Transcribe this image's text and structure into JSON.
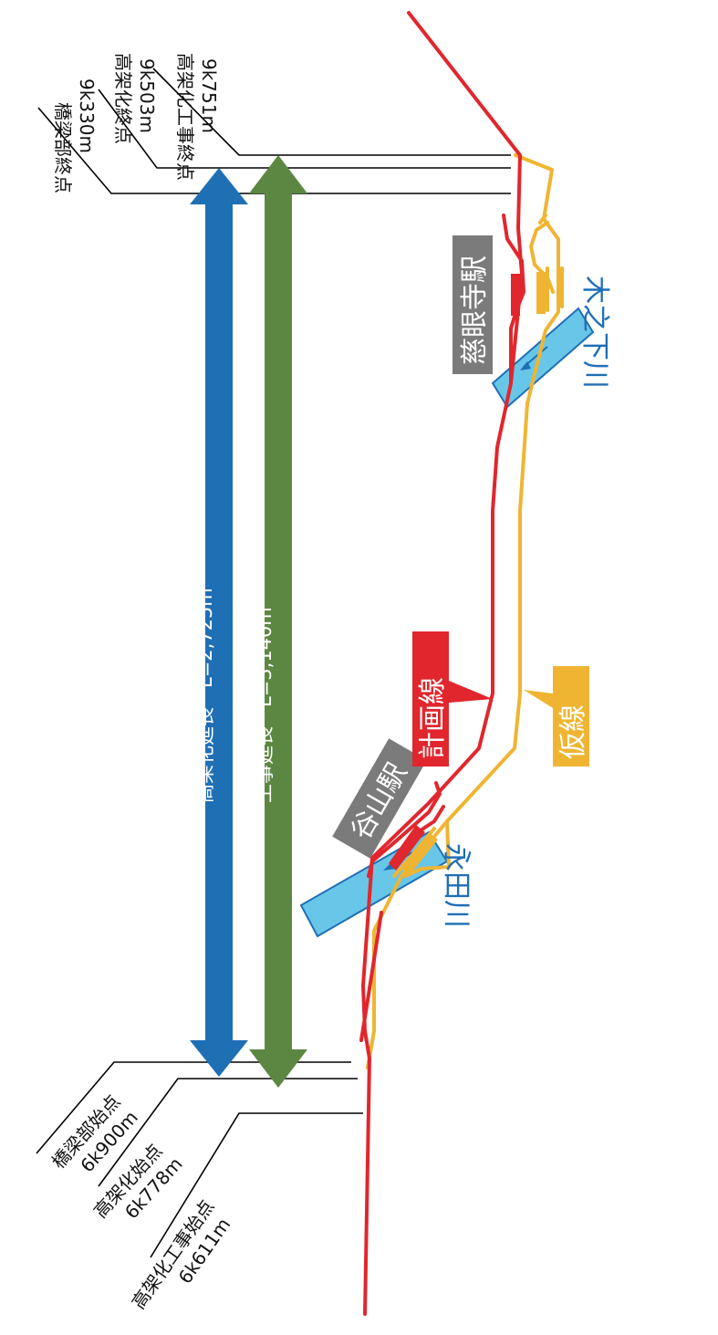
{
  "colors": {
    "planned_line": "#e1262d",
    "temporary_line": "#efb532",
    "elevated_arrow": "#1f6fb5",
    "construction_arrow": "#5b8742",
    "river_fill": "#68c7e8",
    "river_edge": "#1f6fb5",
    "station_box": "#7b7b7b",
    "leader_line": "#000000"
  },
  "markers_top": [
    {
      "name": "高架化工事終点",
      "km": "9k751m"
    },
    {
      "name": "高架化終点",
      "km": "9k503m"
    },
    {
      "name": "橋梁部終点",
      "km": "9k330m"
    }
  ],
  "markers_bottom": [
    {
      "name": "橋梁部始点",
      "km": "6k900m"
    },
    {
      "name": "高架化始点",
      "km": "6k778m"
    },
    {
      "name": "高架化工事始点",
      "km": "6k611m"
    }
  ],
  "lengths": {
    "elevated": "高架化延長　L=2,725m",
    "construction": "工事延長　L=3,140m"
  },
  "stations": {
    "jigenji": "慈眼寺駅",
    "taniyama": "谷山駅"
  },
  "rivers": {
    "konoshita": "木之下川",
    "nagata": "永田川"
  },
  "legend": {
    "planned": "計画線",
    "temporary": "仮線"
  }
}
